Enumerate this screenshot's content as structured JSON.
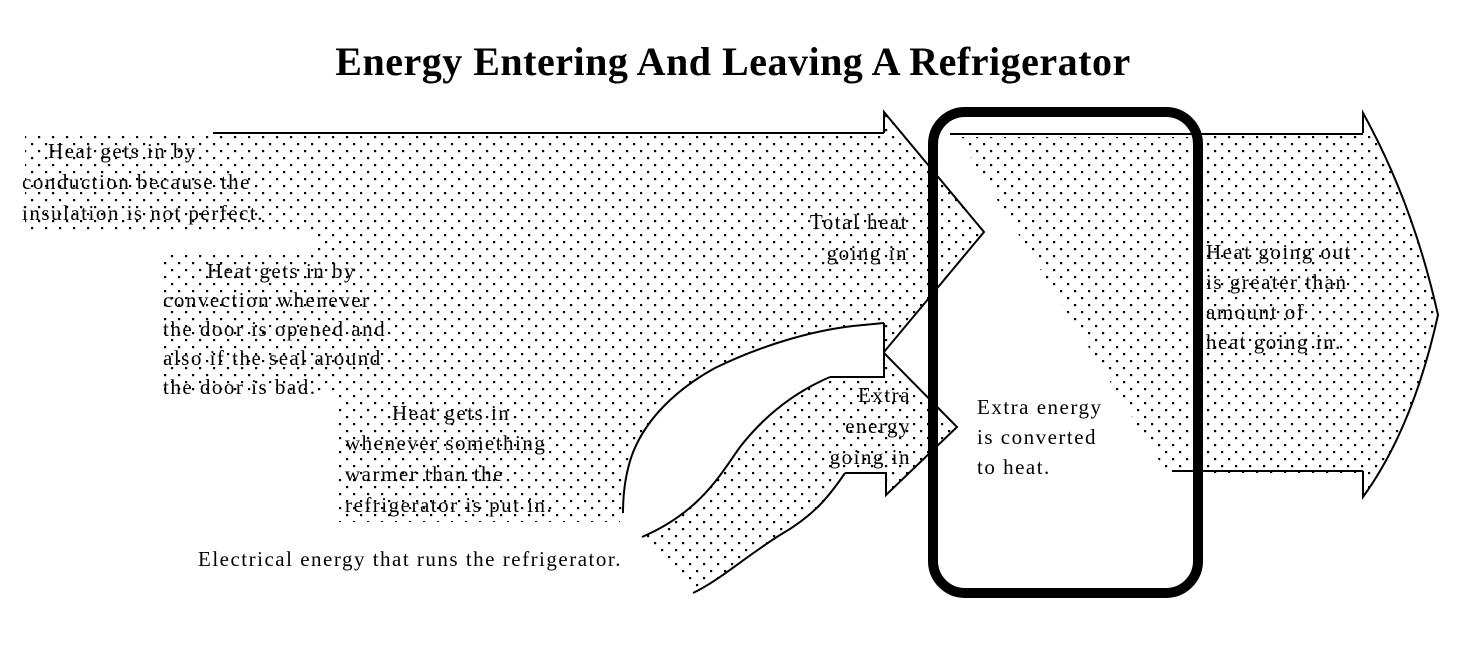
{
  "title": "Energy Entering And Leaving A Refrigerator",
  "colors": {
    "ink": "#000000",
    "paper": "#ffffff"
  },
  "labels": {
    "conduction": {
      "lines": [
        "Heat gets in by",
        "conduction because the",
        "insulation is not perfect."
      ]
    },
    "convection": {
      "lines": [
        "Heat gets in by",
        "convection whenever",
        "the door is opened and",
        "also if the seal around",
        "the door is bad."
      ]
    },
    "warm_items": {
      "lines": [
        "Heat gets in",
        "whenever something",
        "warmer than the",
        "refrigerator is put in."
      ]
    },
    "electrical": {
      "lines": [
        "Electrical energy that runs the refrigerator."
      ]
    },
    "total_heat_in": {
      "lines": [
        "Total heat",
        "going in"
      ]
    },
    "extra_energy_in": {
      "lines": [
        "Extra",
        "energy",
        "going in"
      ]
    },
    "converted_to_heat": {
      "lines": [
        "Extra energy",
        "is converted",
        "to heat."
      ]
    },
    "heat_out": {
      "lines": [
        "Heat going out",
        "is greater than",
        "amount of",
        "heat going in."
      ]
    }
  }
}
